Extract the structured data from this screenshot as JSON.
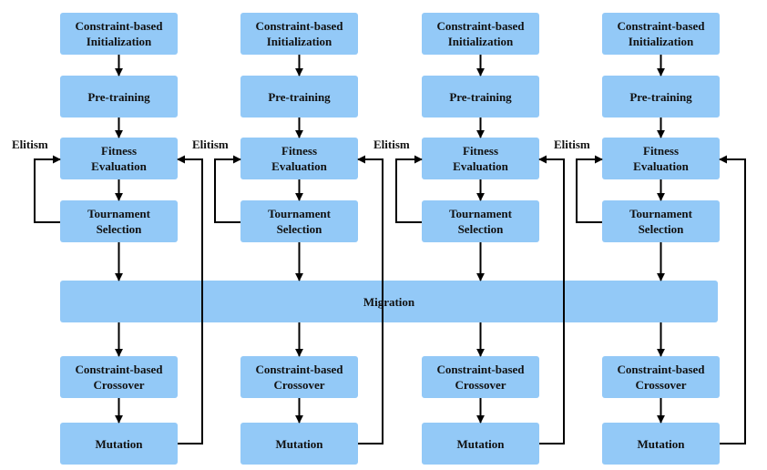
{
  "colors": {
    "box_fill": "#93c9f7",
    "line": "#000000",
    "text": "#111111"
  },
  "columns": [
    {
      "init": [
        "Constraint-based",
        "Initialization"
      ],
      "pretrain": "Pre-training",
      "fitness": [
        "Fitness",
        "Evaluation"
      ],
      "tournament": [
        "Tournament",
        "Selection"
      ],
      "crossover": [
        "Constraint-based",
        "Crossover"
      ],
      "mutation": "Mutation",
      "elitism": "Elitism"
    },
    {
      "init": [
        "Constraint-based",
        "Initialization"
      ],
      "pretrain": "Pre-training",
      "fitness": [
        "Fitness",
        "Evaluation"
      ],
      "tournament": [
        "Tournament",
        "Selection"
      ],
      "crossover": [
        "Constraint-based",
        "Crossover"
      ],
      "mutation": "Mutation",
      "elitism": "Elitism"
    },
    {
      "init": [
        "Constraint-based",
        "Initialization"
      ],
      "pretrain": "Pre-training",
      "fitness": [
        "Fitness",
        "Evaluation"
      ],
      "tournament": [
        "Tournament",
        "Selection"
      ],
      "crossover": [
        "Constraint-based",
        "Crossover"
      ],
      "mutation": "Mutation",
      "elitism": "Elitism"
    },
    {
      "init": [
        "Constraint-based",
        "Initialization"
      ],
      "pretrain": "Pre-training",
      "fitness": [
        "Fitness",
        "Evaluation"
      ],
      "tournament": [
        "Tournament",
        "Selection"
      ],
      "crossover": [
        "Constraint-based",
        "Crossover"
      ],
      "mutation": "Mutation",
      "elitism": "Elitism"
    }
  ],
  "migration": "Migration"
}
